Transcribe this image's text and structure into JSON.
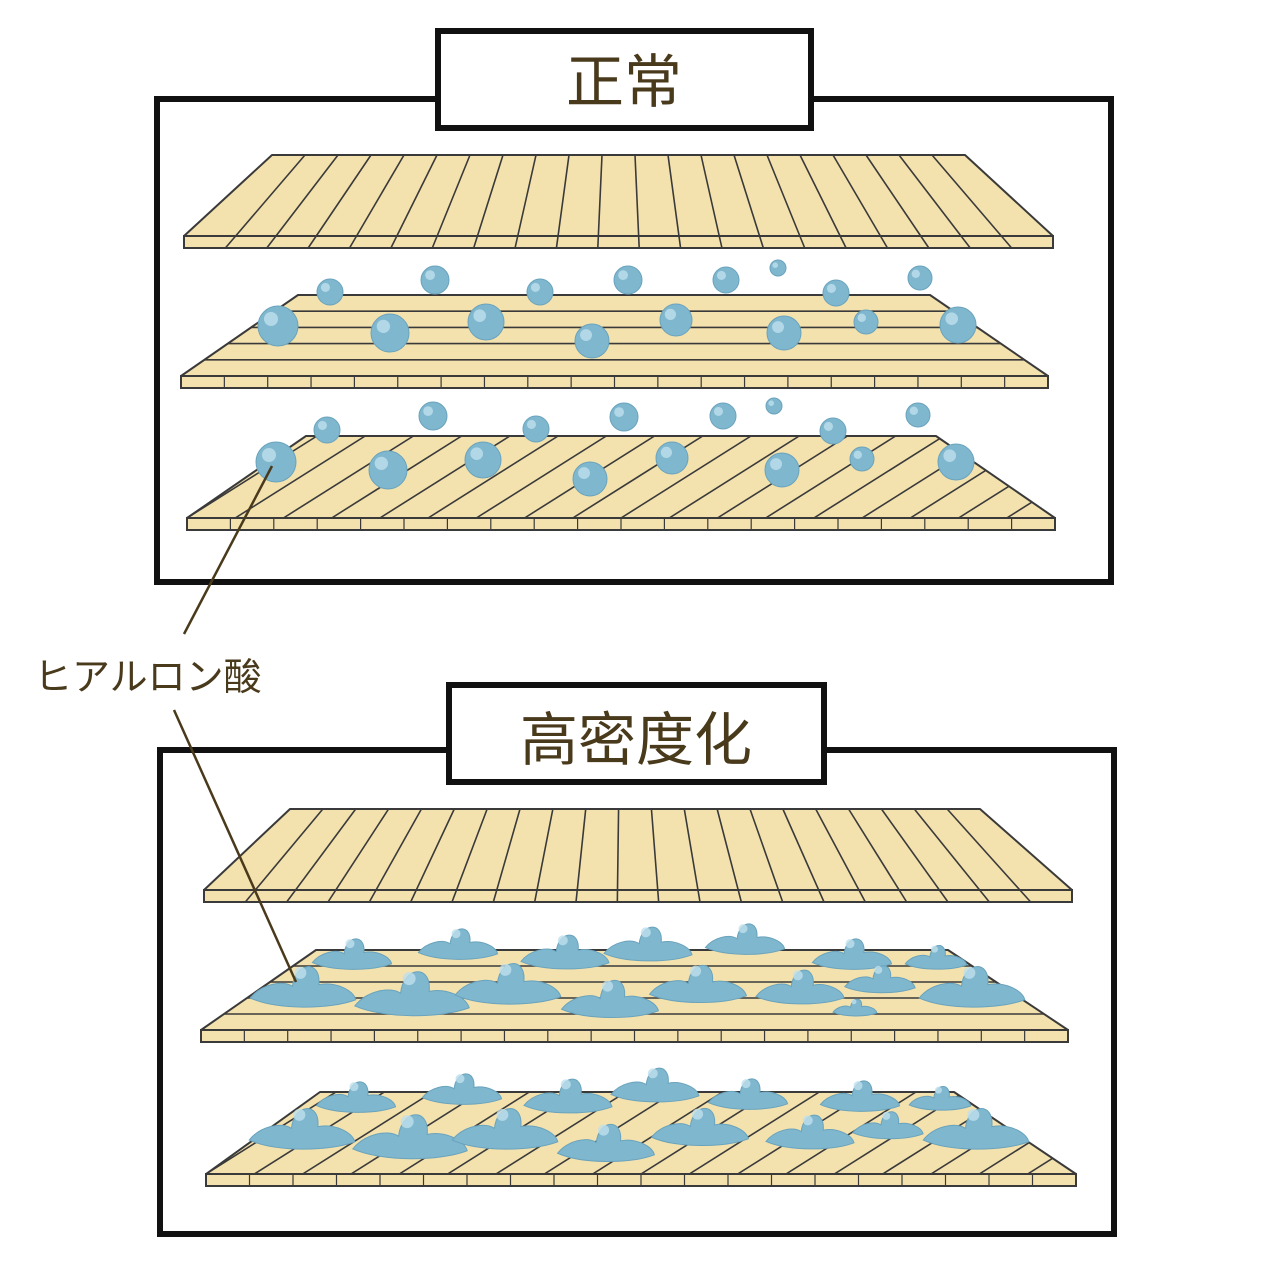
{
  "panels": [
    {
      "title": "正常",
      "state": "normal",
      "layers": [
        "top-sheet",
        "middle-sheet-with-droplets",
        "bottom-sheet-with-droplets"
      ]
    },
    {
      "title": "高密度化",
      "state": "densified",
      "layers": [
        "top-sheet",
        "middle-sheet-with-puddles",
        "bottom-sheet-with-puddles"
      ]
    }
  ],
  "callout": {
    "label": "ヒアルロン酸"
  },
  "colors": {
    "sheet_fill": "#f4e2ae",
    "sheet_stroke": "#3a3a3a",
    "droplet_fill": "#7fb7cf",
    "droplet_highlight": "#bfe0ec",
    "text": "#4a3a1c",
    "frame": "#111111"
  },
  "icons": [
    "fiber-sheet-icon",
    "water-droplet-icon",
    "puddle-icon"
  ]
}
